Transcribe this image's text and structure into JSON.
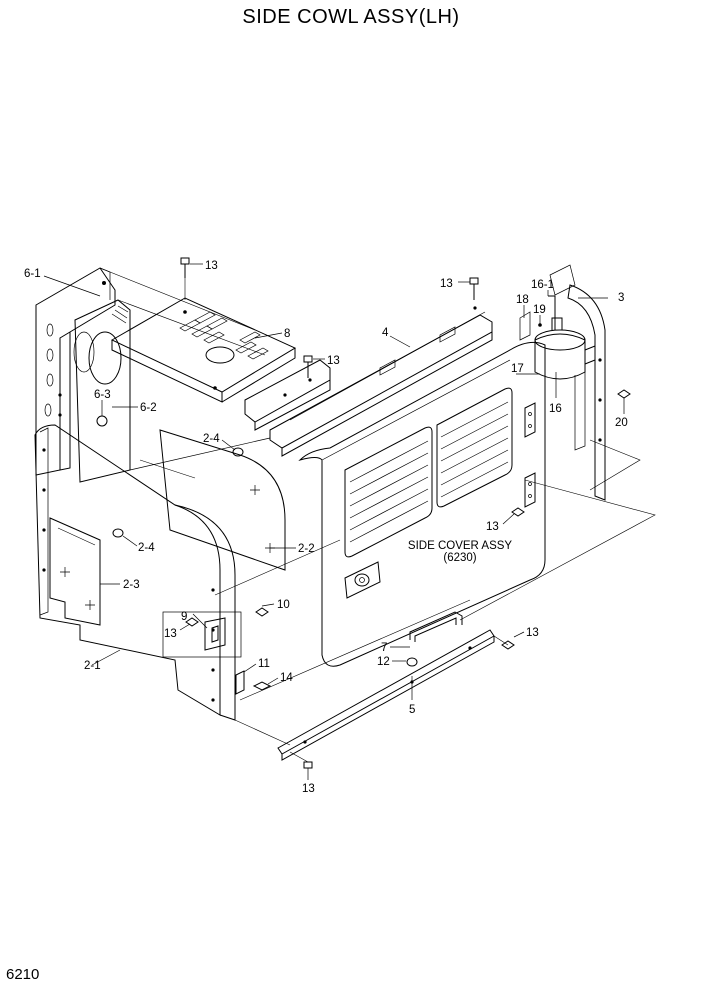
{
  "title": "SIDE COWL ASSY(LH)",
  "page_number": "6210",
  "sub_assembly": {
    "line1": "SIDE COVER ASSY",
    "line2": "(6230)"
  },
  "callouts": [
    {
      "id": "c-13-a",
      "text": "13"
    },
    {
      "id": "c-6-1",
      "text": "6-1"
    },
    {
      "id": "c-8",
      "text": "8"
    },
    {
      "id": "c-13-b",
      "text": "13"
    },
    {
      "id": "c-13-c",
      "text": "13"
    },
    {
      "id": "c-16-1",
      "text": "16-1"
    },
    {
      "id": "c-18",
      "text": "18"
    },
    {
      "id": "c-19",
      "text": "19"
    },
    {
      "id": "c-3",
      "text": "3"
    },
    {
      "id": "c-4",
      "text": "4"
    },
    {
      "id": "c-17",
      "text": "17"
    },
    {
      "id": "c-16",
      "text": "16"
    },
    {
      "id": "c-20",
      "text": "20"
    },
    {
      "id": "c-6-3",
      "text": "6-3"
    },
    {
      "id": "c-6-2",
      "text": "6-2"
    },
    {
      "id": "c-2-4-a",
      "text": "2-4"
    },
    {
      "id": "c-2-4-b",
      "text": "2-4"
    },
    {
      "id": "c-2-3",
      "text": "2-3"
    },
    {
      "id": "c-2-2",
      "text": "2-2"
    },
    {
      "id": "c-13-d",
      "text": "13"
    },
    {
      "id": "c-10",
      "text": "10"
    },
    {
      "id": "c-13-e",
      "text": "13"
    },
    {
      "id": "c-9",
      "text": "9"
    },
    {
      "id": "c-2-1",
      "text": "2-1"
    },
    {
      "id": "c-11",
      "text": "11"
    },
    {
      "id": "c-14",
      "text": "14"
    },
    {
      "id": "c-7",
      "text": "7"
    },
    {
      "id": "c-12",
      "text": "12"
    },
    {
      "id": "c-5",
      "text": "5"
    },
    {
      "id": "c-13-f",
      "text": "13"
    },
    {
      "id": "c-13-g",
      "text": "13"
    }
  ]
}
